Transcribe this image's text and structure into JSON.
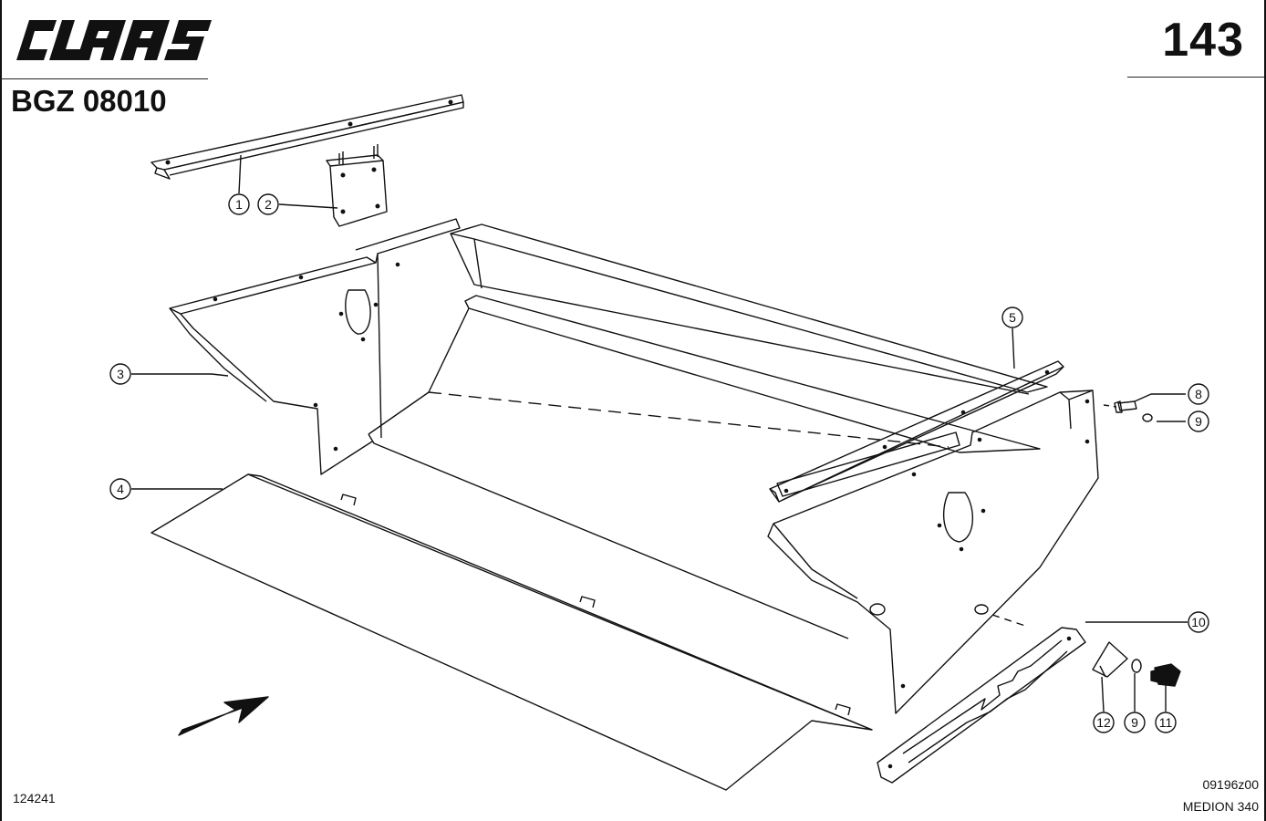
{
  "brand": {
    "name": "CLAAS"
  },
  "header": {
    "page_number": "143",
    "doc_code": "BGZ 08010"
  },
  "footer": {
    "ref_left": "124241",
    "drawing_number": "09196z00",
    "model": "MEDION 340"
  },
  "callouts": [
    "1",
    "2",
    "3",
    "4",
    "5",
    "8",
    "9",
    "10",
    "12",
    "9",
    "11"
  ]
}
